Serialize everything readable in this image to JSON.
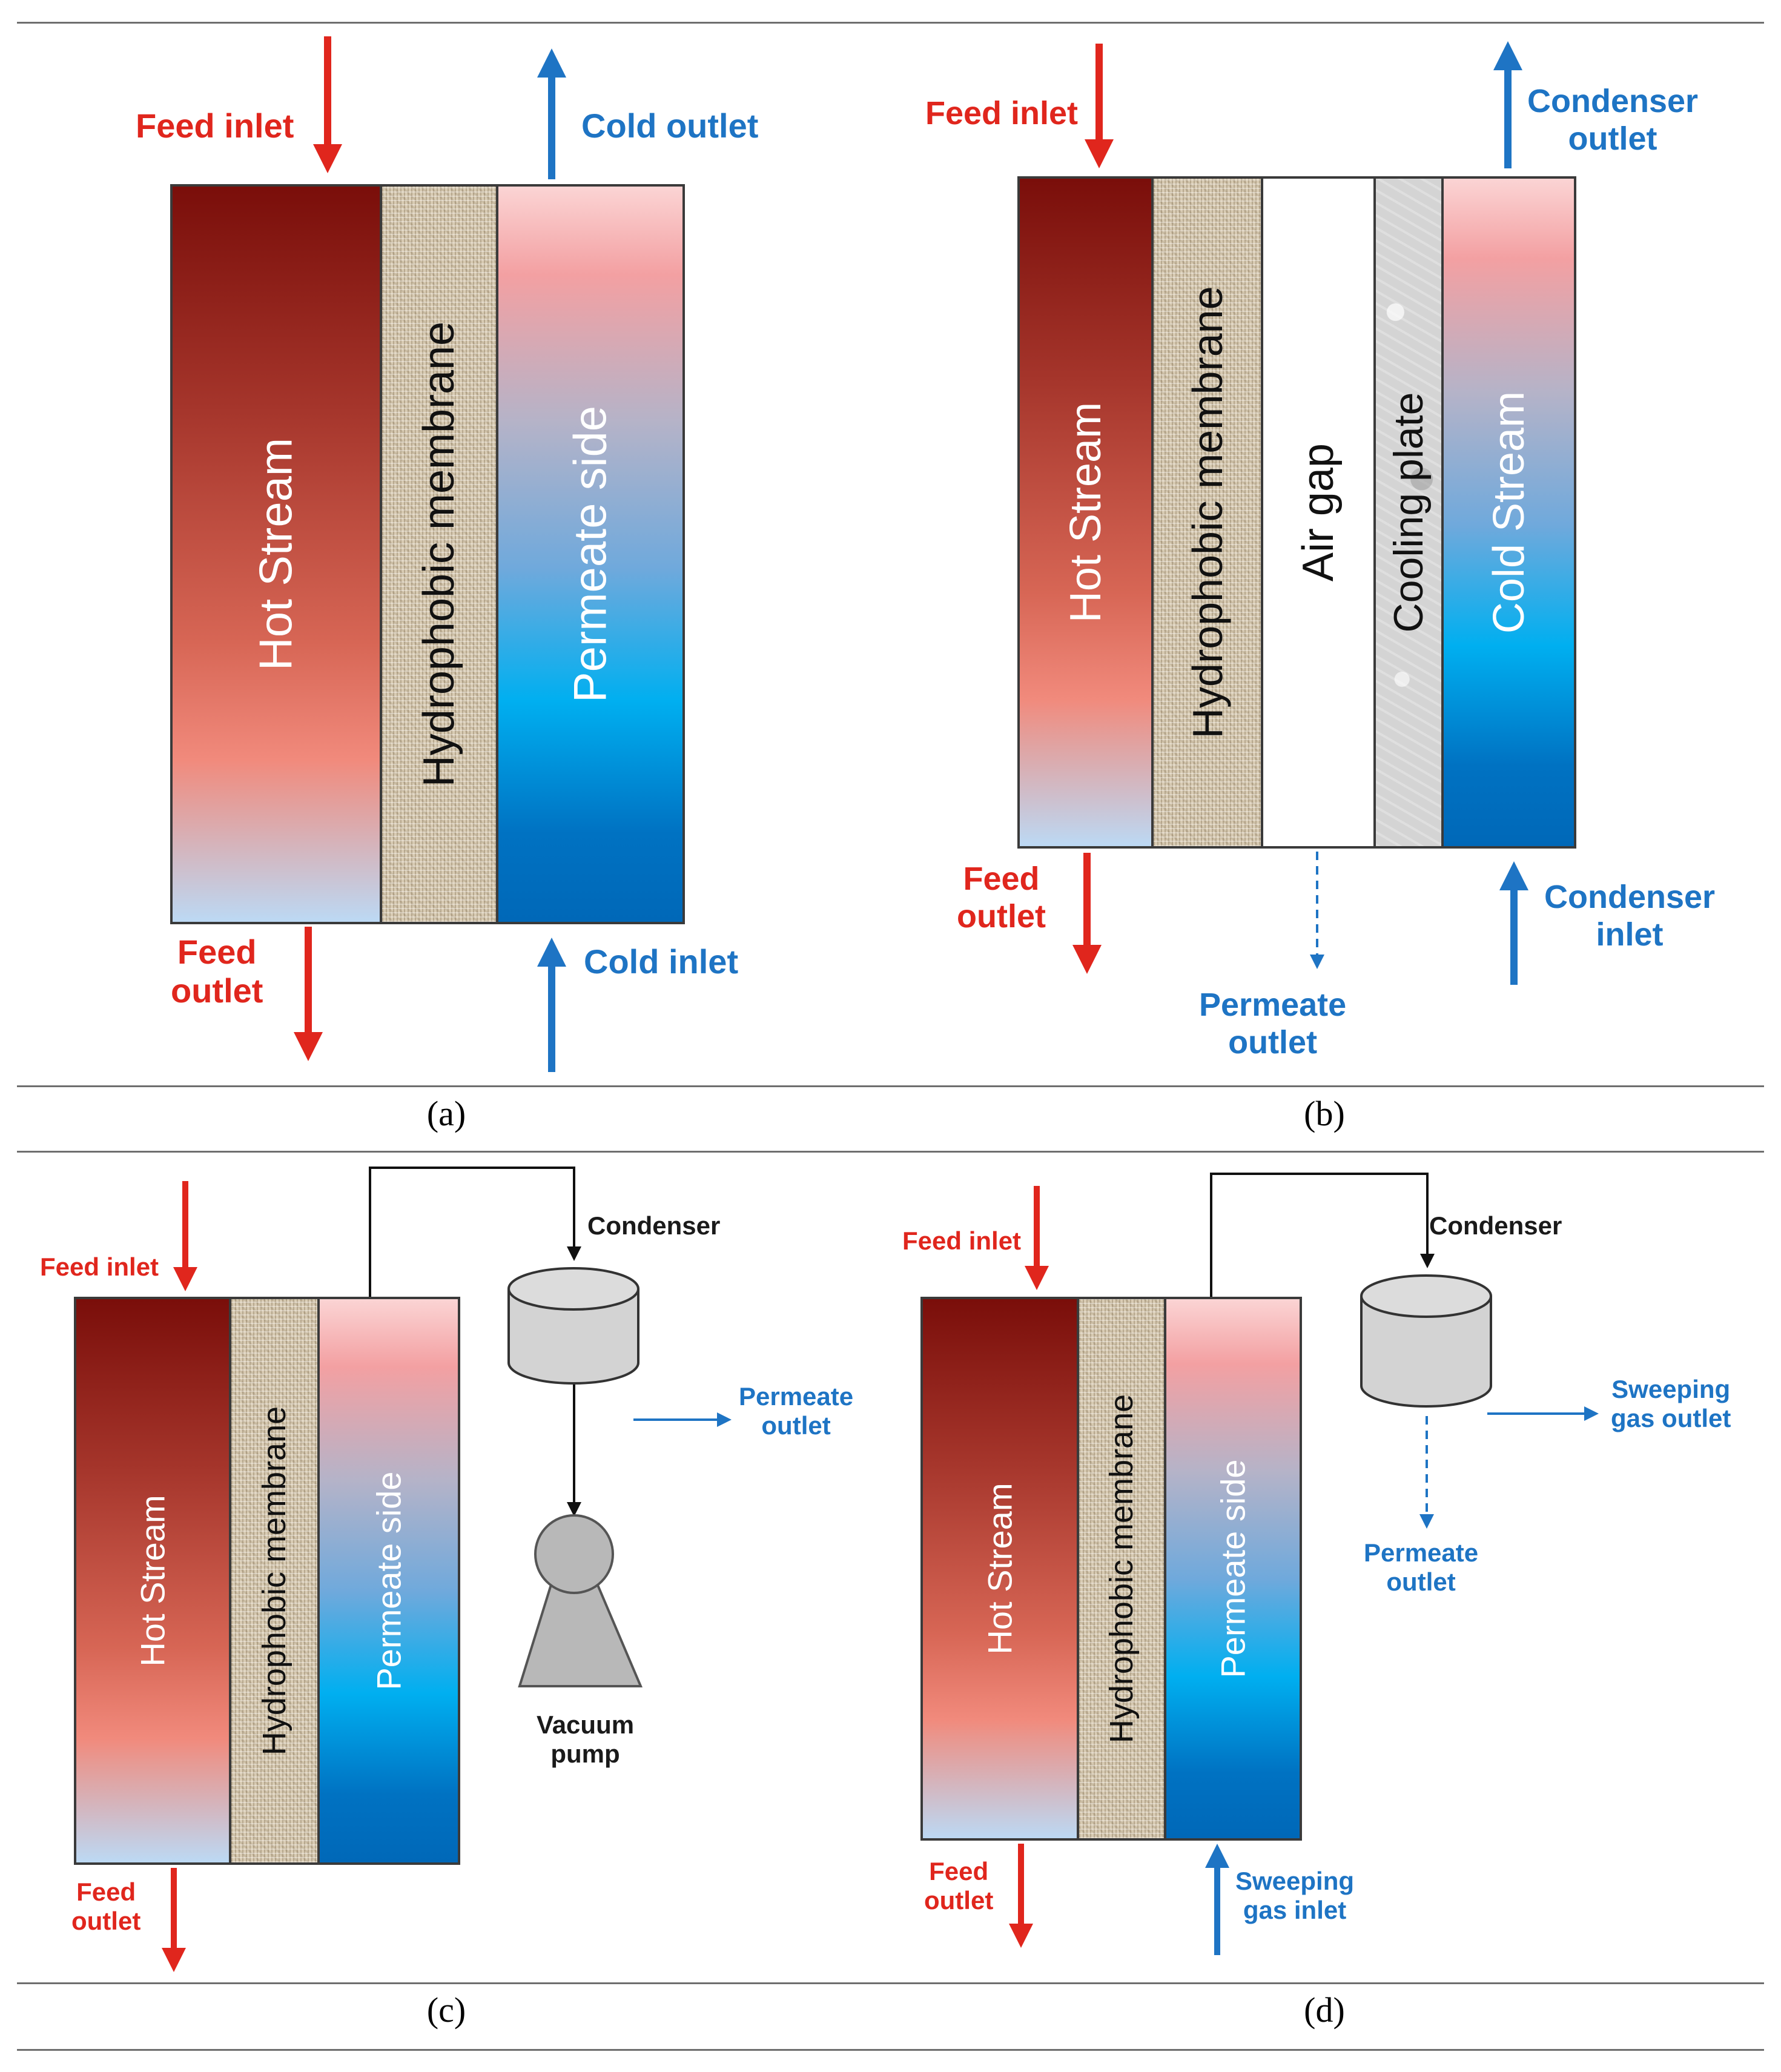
{
  "panels": {
    "a": {
      "caption": "(a)",
      "layers": [
        "Hot Stream",
        "Hydrophobic membrane",
        "Permeate side"
      ],
      "feed_inlet": "Feed inlet",
      "feed_outlet": [
        "Feed",
        "outlet"
      ],
      "cold_outlet": "Cold outlet",
      "cold_inlet": "Cold inlet"
    },
    "b": {
      "caption": "(b)",
      "layers": [
        "Hot Stream",
        "Hydrophobic membrane",
        "Air gap",
        "Cooling plate",
        "Cold Stream"
      ],
      "feed_inlet": "Feed inlet",
      "feed_outlet": [
        "Feed",
        "outlet"
      ],
      "condenser_outlet": [
        "Condenser",
        "outlet"
      ],
      "condenser_inlet": [
        "Condenser",
        "inlet"
      ],
      "permeate_outlet": [
        "Permeate",
        "outlet"
      ]
    },
    "c": {
      "caption": "(c)",
      "layers": [
        "Hot Stream",
        "Hydrophobic membrane",
        "Permeate side"
      ],
      "feed_inlet": "Feed inlet",
      "feed_outlet": [
        "Feed",
        "outlet"
      ],
      "condenser": "Condenser",
      "permeate_outlet": [
        "Permeate",
        "outlet"
      ],
      "vacuum_pump": [
        "Vacuum",
        "pump"
      ]
    },
    "d": {
      "caption": "(d)",
      "layers": [
        "Hot Stream",
        "Hydrophobic membrane",
        "Permeate side"
      ],
      "feed_inlet": "Feed inlet",
      "feed_outlet": [
        "Feed",
        "outlet"
      ],
      "condenser": "Condenser",
      "sweeping_gas_outlet": [
        "Sweeping",
        "gas outlet"
      ],
      "permeate_outlet": [
        "Permeate",
        "outlet"
      ],
      "sweeping_gas_inlet": [
        "Sweeping",
        "gas inlet"
      ]
    }
  },
  "colors": {
    "feed_red": "#e0261d",
    "cold_blue": "#1e74c4",
    "hot_top": "#7a0e0a",
    "cold_bottom": "#0068b8"
  }
}
